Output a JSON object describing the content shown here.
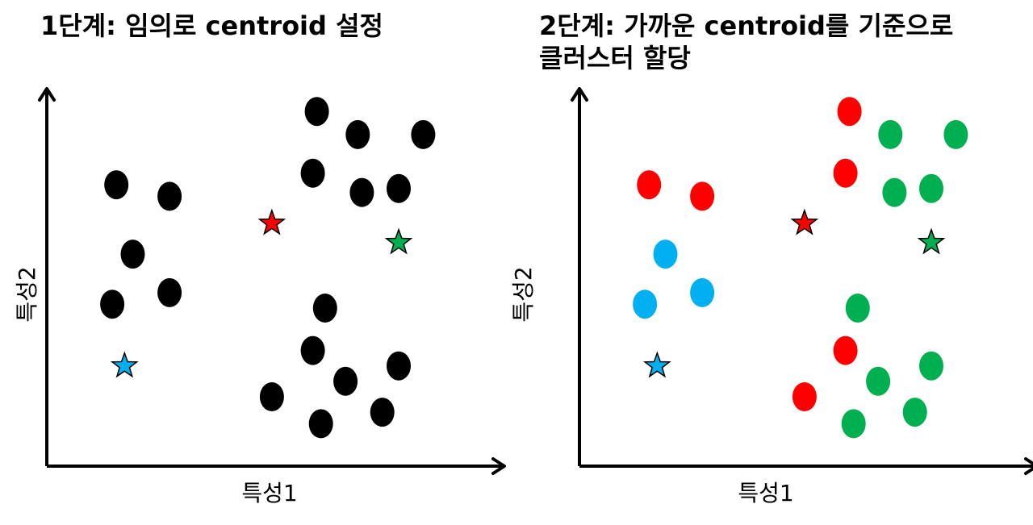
{
  "colors": {
    "unassigned": "#000000",
    "red": "#ff0000",
    "green": "#00b050",
    "blue": "#00b0f0",
    "axis": "#000000"
  },
  "panels": [
    {
      "id": "panel-1",
      "title": "1단계: 임의로 centroid 설정",
      "x_label": "특성1",
      "y_label": "특성2"
    },
    {
      "id": "panel-2",
      "title": "2단계: 가까운 centroid를 기준으로\n클러스터 할당",
      "x_label": "특성1",
      "y_label": "특성2"
    }
  ],
  "chart_data": [
    {
      "type": "scatter",
      "panel": "panel-1",
      "centroids": [
        {
          "x": 0.55,
          "y": 0.63,
          "color": "red"
        },
        {
          "x": 0.86,
          "y": 0.58,
          "color": "green"
        },
        {
          "x": 0.19,
          "y": 0.26,
          "color": "blue"
        }
      ],
      "points": [
        {
          "x": 0.17,
          "y": 0.73,
          "cluster": "unassigned"
        },
        {
          "x": 0.3,
          "y": 0.7,
          "cluster": "unassigned"
        },
        {
          "x": 0.21,
          "y": 0.55,
          "cluster": "unassigned"
        },
        {
          "x": 0.16,
          "y": 0.42,
          "cluster": "unassigned"
        },
        {
          "x": 0.3,
          "y": 0.45,
          "cluster": "unassigned"
        },
        {
          "x": 0.66,
          "y": 0.92,
          "cluster": "unassigned"
        },
        {
          "x": 0.76,
          "y": 0.86,
          "cluster": "unassigned"
        },
        {
          "x": 0.92,
          "y": 0.86,
          "cluster": "unassigned"
        },
        {
          "x": 0.65,
          "y": 0.76,
          "cluster": "unassigned"
        },
        {
          "x": 0.77,
          "y": 0.71,
          "cluster": "unassigned"
        },
        {
          "x": 0.86,
          "y": 0.72,
          "cluster": "unassigned"
        },
        {
          "x": 0.68,
          "y": 0.41,
          "cluster": "unassigned"
        },
        {
          "x": 0.65,
          "y": 0.3,
          "cluster": "unassigned"
        },
        {
          "x": 0.73,
          "y": 0.22,
          "cluster": "unassigned"
        },
        {
          "x": 0.86,
          "y": 0.26,
          "cluster": "unassigned"
        },
        {
          "x": 0.55,
          "y": 0.18,
          "cluster": "unassigned"
        },
        {
          "x": 0.82,
          "y": 0.14,
          "cluster": "unassigned"
        },
        {
          "x": 0.67,
          "y": 0.11,
          "cluster": "unassigned"
        }
      ]
    },
    {
      "type": "scatter",
      "panel": "panel-2",
      "centroids": [
        {
          "x": 0.55,
          "y": 0.63,
          "color": "red"
        },
        {
          "x": 0.86,
          "y": 0.58,
          "color": "green"
        },
        {
          "x": 0.19,
          "y": 0.26,
          "color": "blue"
        }
      ],
      "points": [
        {
          "x": 0.17,
          "y": 0.73,
          "cluster": "red"
        },
        {
          "x": 0.3,
          "y": 0.7,
          "cluster": "red"
        },
        {
          "x": 0.21,
          "y": 0.55,
          "cluster": "blue"
        },
        {
          "x": 0.16,
          "y": 0.42,
          "cluster": "blue"
        },
        {
          "x": 0.3,
          "y": 0.45,
          "cluster": "blue"
        },
        {
          "x": 0.66,
          "y": 0.92,
          "cluster": "red"
        },
        {
          "x": 0.76,
          "y": 0.86,
          "cluster": "green"
        },
        {
          "x": 0.92,
          "y": 0.86,
          "cluster": "green"
        },
        {
          "x": 0.65,
          "y": 0.76,
          "cluster": "red"
        },
        {
          "x": 0.77,
          "y": 0.71,
          "cluster": "green"
        },
        {
          "x": 0.86,
          "y": 0.72,
          "cluster": "green"
        },
        {
          "x": 0.68,
          "y": 0.41,
          "cluster": "green"
        },
        {
          "x": 0.65,
          "y": 0.3,
          "cluster": "red"
        },
        {
          "x": 0.73,
          "y": 0.22,
          "cluster": "green"
        },
        {
          "x": 0.86,
          "y": 0.26,
          "cluster": "green"
        },
        {
          "x": 0.55,
          "y": 0.18,
          "cluster": "red"
        },
        {
          "x": 0.82,
          "y": 0.14,
          "cluster": "green"
        },
        {
          "x": 0.67,
          "y": 0.11,
          "cluster": "green"
        }
      ]
    }
  ]
}
